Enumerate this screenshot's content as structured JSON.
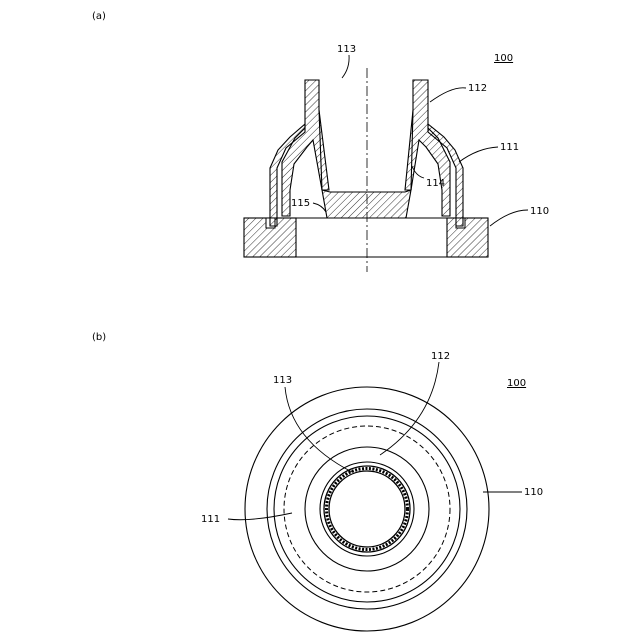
{
  "figure_a": {
    "label": "(a)",
    "ref": "100",
    "parts": {
      "p113": "113",
      "p112": "112",
      "p111": "111",
      "p114": "114",
      "p115": "115",
      "p110": "110"
    }
  },
  "figure_b": {
    "label": "(b)",
    "ref": "100",
    "parts": {
      "p112": "112",
      "p113": "113",
      "p111": "111",
      "p110": "110"
    }
  }
}
